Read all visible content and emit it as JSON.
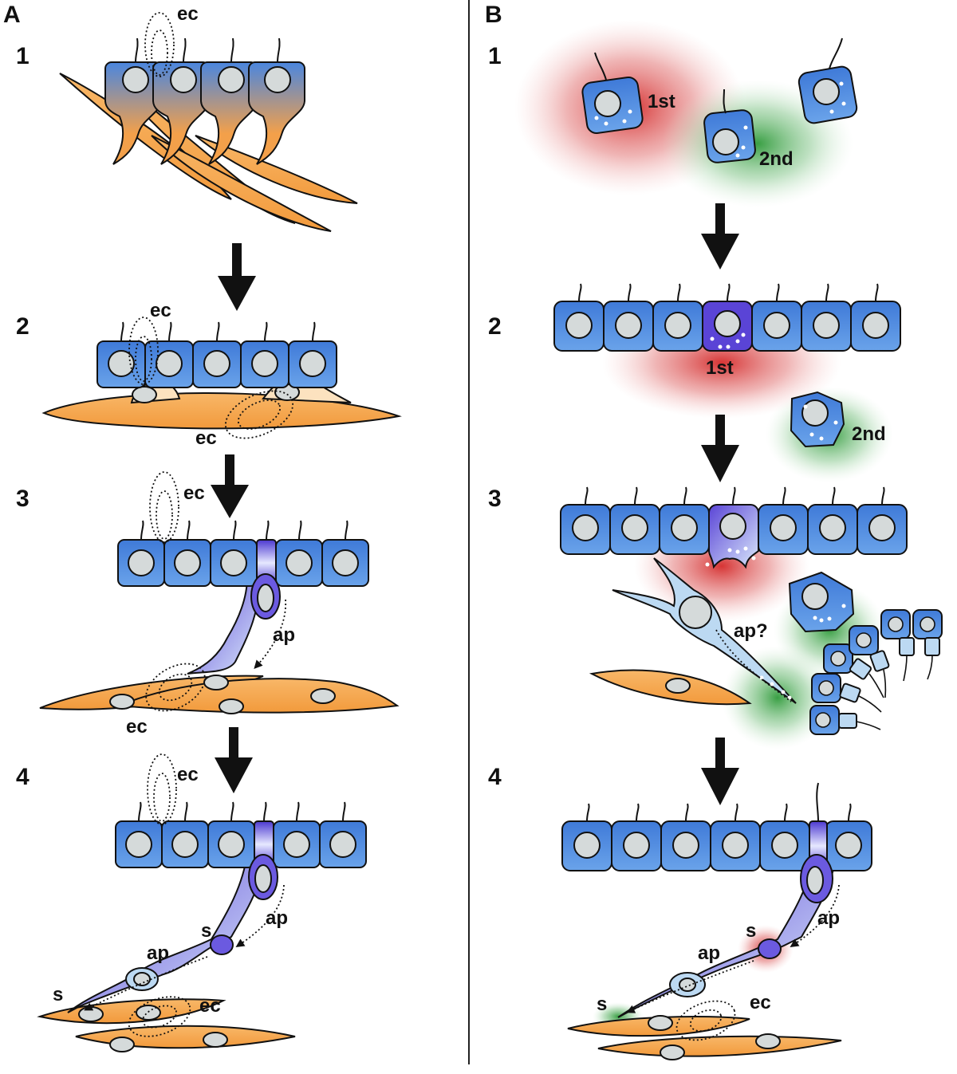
{
  "colors": {
    "cell_blue": "#4a86df",
    "cell_blue_light": "#8fb9f0",
    "nucleus": "#d5dada",
    "muscle": "#f5a54a",
    "muscle_light": "#fce2bf",
    "purple": "#5a44d6",
    "pale_blue": "#bcd9f2",
    "red_glow": "#dc3a38",
    "green_glow": "#3fa648",
    "outline": "#0c0c0c"
  },
  "panels": [
    {
      "letter": "A",
      "steps": [
        "1",
        "2",
        "3",
        "4"
      ],
      "tags": {
        "ec_1": "ec",
        "ec_2a": "ec",
        "ec_2b": "ec",
        "ec_3a": "ec",
        "ec_3b": "ec",
        "ap_3": "ap",
        "ec_4a": "ec",
        "ap_4a": "ap",
        "s_4a": "s",
        "ap_4b": "ap",
        "s_4b": "s",
        "ec_4b": "ec"
      }
    },
    {
      "letter": "B",
      "steps": [
        "1",
        "2",
        "3",
        "4"
      ],
      "tags": {
        "first_1": "1st",
        "second_1": "2nd",
        "first_2": "1st",
        "second_2": "2nd",
        "ap_3": "ap?",
        "ap_4a": "ap",
        "s_4a": "s",
        "ap_4b": "ap",
        "s_4b": "s",
        "ec_4": "ec"
      }
    }
  ]
}
